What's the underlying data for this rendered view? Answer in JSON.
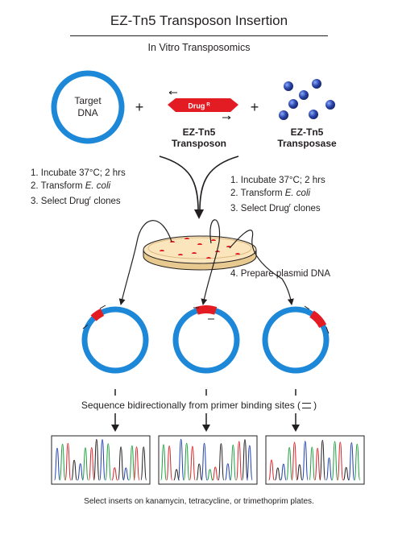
{
  "title": "EZ-Tn5 Transposon Insertion",
  "subtitle": "In Vitro Transposomics",
  "target_dna": [
    "Target",
    "DNA"
  ],
  "drug_label": "Drug",
  "drug_superscript": "R",
  "transposon_label": [
    "EZ-Tn5",
    "Transposon"
  ],
  "transposase_label": [
    "EZ-Tn5",
    "Transposase"
  ],
  "plus": "+",
  "steps_left": [
    "1. Incubate 37°C; 2 hrs",
    "2. Transform ",
    "3. Select Drug"
  ],
  "steps_right": [
    "1. Incubate 37°C; 2 hrs",
    "2. Transform ",
    "3. Select Drug"
  ],
  "ecoli": "E. coli",
  "drug_r_superscript": "r",
  "clones_suffix": " clones",
  "prepare_step": "4. Prepare plasmid DNA",
  "sequence_caption": "Sequence bidirectionally from primer binding sites (",
  "sequence_caption_end": ")",
  "bottom_note": "Select inserts on kanamycin, tetracycline, or trimethoprim plates.",
  "colors": {
    "plasmid_blue": "#1e88d8",
    "insert_red": "#e31b23",
    "bead_blue": "#2a45a8",
    "dish_fill": "#fbe5bd",
    "trace_blue": "#1f3fae",
    "trace_green": "#1e9e3e",
    "trace_red": "#d8252a",
    "trace_black": "#231f20"
  }
}
